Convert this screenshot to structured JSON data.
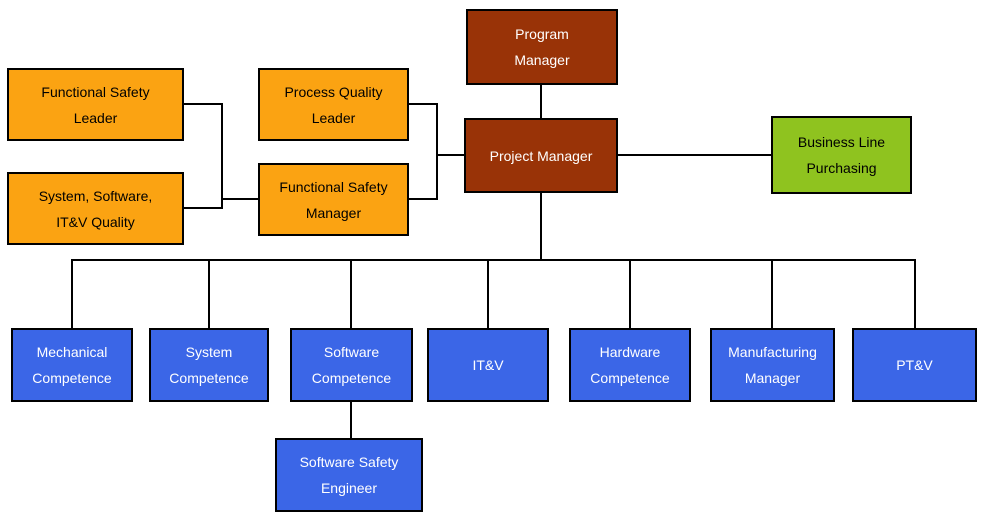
{
  "palette": {
    "orange": "#FBA312",
    "brown": "#993307",
    "green": "#8FC31F",
    "blue": "#3B66E7",
    "line": "#000000",
    "background": "#FFFFFF",
    "text_on_dark": "#FFFFFF",
    "text_on_light": "#000000"
  },
  "org_chart": {
    "nodes": {
      "program_manager": {
        "label": "Program Manager",
        "lines": [
          "Program",
          "Manager"
        ],
        "color": "brown"
      },
      "project_manager": {
        "label": "Project Manager",
        "lines": [
          "Project Manager"
        ],
        "color": "brown"
      },
      "functional_safety_leader": {
        "label": "Functional Safety Leader",
        "lines": [
          "Functional Safety",
          "Leader"
        ],
        "color": "orange"
      },
      "system_software_itv_quality": {
        "label": "System, Software, IT&V Quality",
        "lines": [
          "System, Software,",
          "IT&V Quality"
        ],
        "color": "orange"
      },
      "process_quality_leader": {
        "label": "Process Quality Leader",
        "lines": [
          "Process Quality",
          "Leader"
        ],
        "color": "orange"
      },
      "functional_safety_manager": {
        "label": "Functional Safety Manager",
        "lines": [
          "Functional Safety",
          "Manager"
        ],
        "color": "orange"
      },
      "business_line_purchasing": {
        "label": "Business Line Purchasing",
        "lines": [
          "Business Line",
          "Purchasing"
        ],
        "color": "green"
      },
      "mechanical_competence": {
        "label": "Mechanical Competence",
        "lines": [
          "Mechanical",
          "Competence"
        ],
        "color": "blue"
      },
      "system_competence": {
        "label": "System Competence",
        "lines": [
          "System",
          "Competence"
        ],
        "color": "blue"
      },
      "software_competence": {
        "label": "Software Competence",
        "lines": [
          "Software",
          "Competence"
        ],
        "color": "blue"
      },
      "itv": {
        "label": "IT&V",
        "lines": [
          "IT&V"
        ],
        "color": "blue"
      },
      "hardware_competence": {
        "label": "Hardware Competence",
        "lines": [
          "Hardware",
          "Competence"
        ],
        "color": "blue"
      },
      "manufacturing_manager": {
        "label": "Manufacturing Manager",
        "lines": [
          "Manufacturing",
          "Manager"
        ],
        "color": "blue"
      },
      "ptv": {
        "label": "PT&V",
        "lines": [
          "PT&V"
        ],
        "color": "blue"
      },
      "software_safety_engineer": {
        "label": "Software Safety Engineer",
        "lines": [
          "Software Safety",
          "Engineer"
        ],
        "color": "blue"
      }
    }
  }
}
